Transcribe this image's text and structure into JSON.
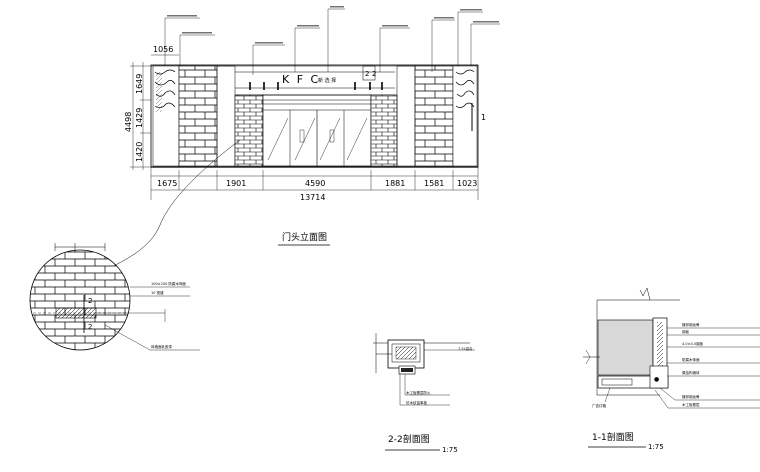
{
  "elevation": {
    "sign": "K F C",
    "dims_bottom": [
      "1675",
      "1901",
      "4590",
      "1881",
      "1581",
      "1023"
    ],
    "overall_width": "13714",
    "dims_left": [
      "1649",
      "1429",
      "1420"
    ],
    "overall_height": "4498",
    "top_left_dim": "1056",
    "section_marker_1": "1",
    "section_marker_2": "2",
    "title": "门头立面图"
  },
  "detail": {
    "label_1": "100×200 防腐木饰面",
    "label_2": "10 宽缝",
    "label_3": "砖墙面乳胶漆",
    "mark_a": "2",
    "mark_b": "2"
  },
  "section_2": {
    "title": "2-2剖面图",
    "scale": "1:75",
    "label_1": "7.5L铝合",
    "label_2": "木工板基层防火",
    "label_3": "仿木纹铝单板"
  },
  "section_1": {
    "title": "1-1剖面图",
    "scale": "1:75",
    "labels": [
      "镀锌钢龙骨",
      "钢板",
      "4.0×4.0钢板",
      "防腐木饰面",
      "原结构墙体",
      "镀锌钢龙骨",
      "木工板基层"
    ],
    "left_label": "广告灯箱"
  }
}
